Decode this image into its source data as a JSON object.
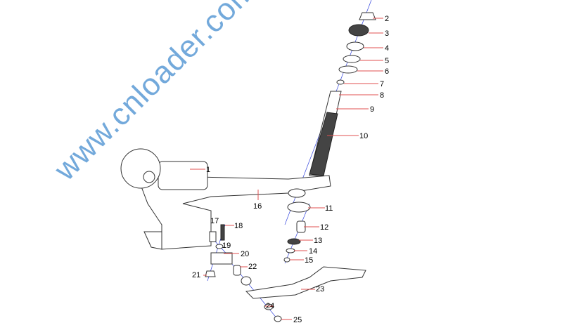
{
  "diagram": {
    "watermark": "www.cnloader.com",
    "labels": [
      "1",
      "2",
      "3",
      "4",
      "5",
      "6",
      "7",
      "8",
      "9",
      "10",
      "11",
      "12",
      "13",
      "14",
      "15",
      "16",
      "17",
      "18",
      "19",
      "20",
      "21",
      "22",
      "23",
      "24",
      "25"
    ]
  },
  "colors": {
    "leader": "#e05050",
    "axis": "#3344dd",
    "watermark": "#5b9bd5"
  }
}
